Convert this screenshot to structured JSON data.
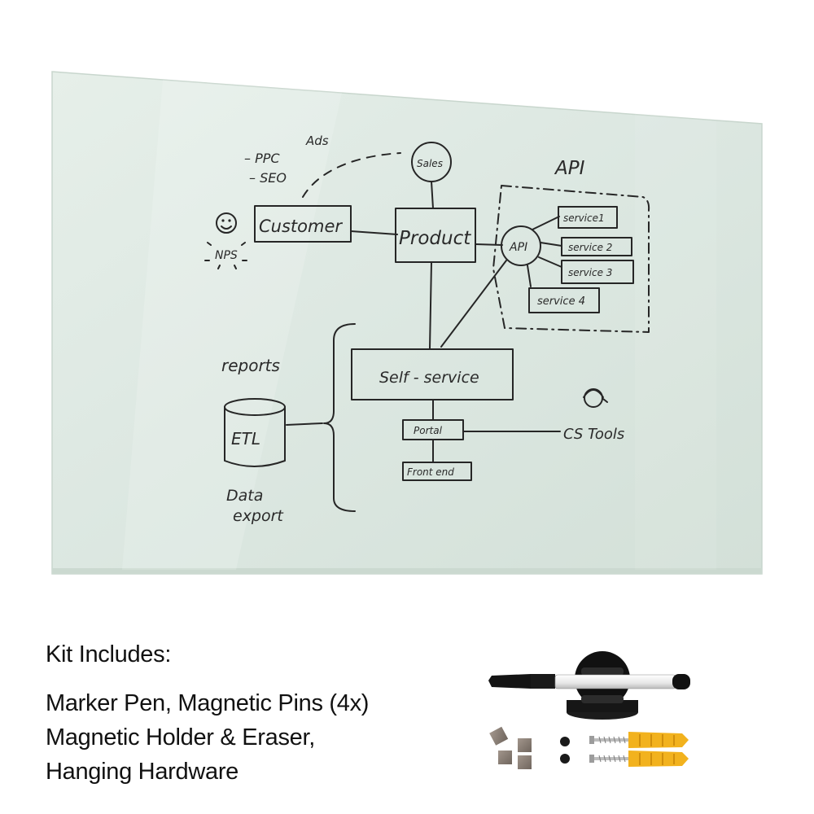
{
  "board": {
    "sketch": {
      "ads": "Ads",
      "ppc": "– PPC",
      "seo": "– SEO",
      "sales": "Sales",
      "api_title": "API",
      "customer": "Customer",
      "nps": "NPS",
      "product": "Product",
      "api_node": "API",
      "service_1": "service1",
      "service_2": "service 2",
      "service_3": "service 3",
      "service_4": "service 4",
      "reports": "reports",
      "etl": "ETL",
      "data": "Data",
      "export": "export",
      "self_service": "Self - service",
      "portal": "Portal",
      "front_end": "Front end",
      "cs_tools": "CS Tools"
    }
  },
  "kit": {
    "heading": "Kit Includes:",
    "lines": [
      "Marker Pen, Magnetic Pins (4x)",
      "Magnetic Holder & Eraser,",
      "Hanging Hardware"
    ]
  },
  "colors": {
    "glass": "#dfe9e3",
    "ink": "#262626",
    "dowel": "#f2b21e"
  }
}
